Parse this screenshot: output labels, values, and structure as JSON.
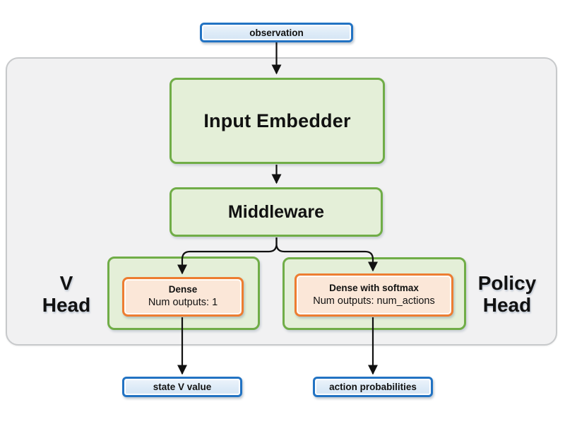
{
  "diagram": {
    "nodes": {
      "observation": {
        "label": "observation"
      },
      "input_embedder": {
        "label": "Input Embedder"
      },
      "middleware": {
        "label": "Middleware"
      },
      "v_dense": {
        "title": "Dense",
        "subtitle": "Num outputs: 1"
      },
      "policy_dense": {
        "title": "Dense with softmax",
        "subtitle": "Num outputs: num_actions"
      },
      "state_v_value": {
        "label": "state V value"
      },
      "action_probabilities": {
        "label": "action probabilities"
      }
    },
    "section_labels": {
      "v_head": {
        "line1": "V",
        "line2": "Head"
      },
      "policy_head": {
        "line1": "Policy",
        "line2": "Head"
      }
    },
    "colors": {
      "green_border": "#70AD47",
      "green_fill": "#E4EFD8",
      "orange_border": "#ED7D31",
      "orange_fill": "#FBE7D8",
      "blue_border": "#2273C3",
      "blue_fill": "#DCEAF7",
      "container_fill": "#F1F1F2",
      "container_border": "#C7C9CB",
      "arrow": "#111111"
    }
  }
}
